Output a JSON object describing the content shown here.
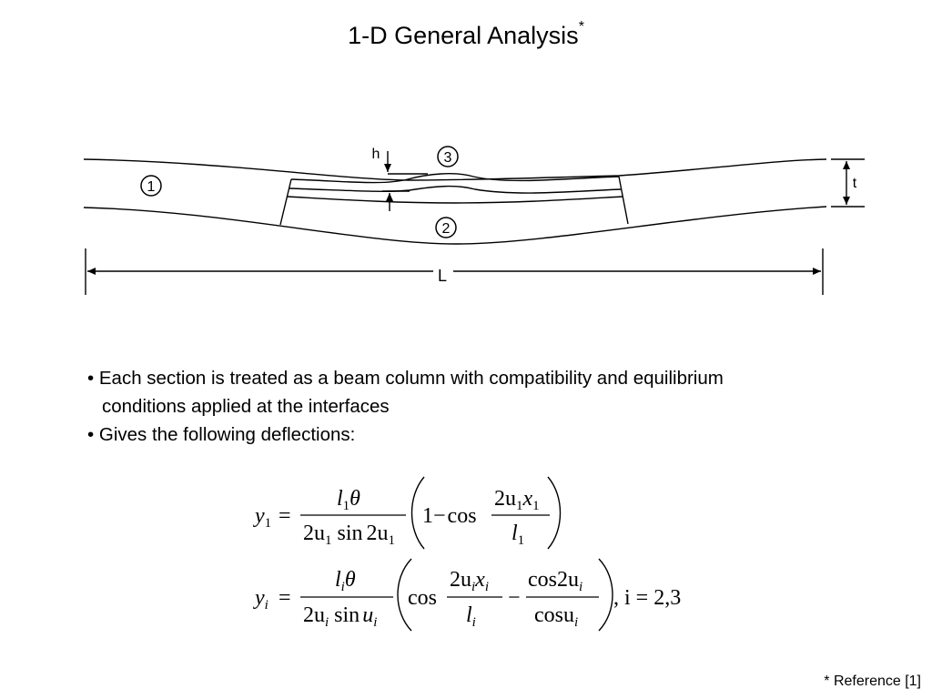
{
  "title": {
    "text": "1-D General Analysis",
    "marker": "*"
  },
  "diagram": {
    "section_labels": [
      "1",
      "2",
      "3"
    ],
    "dimension_labels": {
      "h": "h",
      "t": "t",
      "L": "L"
    }
  },
  "bullets": [
    {
      "lines": [
        "Each section is treated as a beam column with compatibility and equilibrium",
        "conditions  applied at the interfaces"
      ]
    },
    {
      "lines": [
        "Gives the following deflections:"
      ]
    }
  ],
  "equations": {
    "eq1": {
      "lhs": "y",
      "lhs_sub": "1",
      "equals": "=",
      "num": "l",
      "num_sub": "1",
      "theta": "θ",
      "den_a": "2u",
      "den_a_sub": "1",
      "den_sin": "sin",
      "den_b": "2u",
      "den_b_sub": "1",
      "one_minus": "1−",
      "cos": "cos",
      "frac_num": "2u",
      "frac_num_sub1": "1",
      "frac_num_x": "x",
      "frac_num_sub2": "1",
      "frac_den": "l",
      "frac_den_sub": "1"
    },
    "eq2": {
      "lhs": "y",
      "lhs_sub": "i",
      "equals": "=",
      "num": "l",
      "num_sub": "i",
      "theta": "θ",
      "den_a": "2u",
      "den_a_sub": "i",
      "den_sin": "sin",
      "den_b": "u",
      "den_b_sub": "i",
      "cos": "cos",
      "frac1_num": "2u",
      "frac1_num_sub1": "i",
      "frac1_num_x": "x",
      "frac1_num_sub2": "i",
      "frac1_den": "l",
      "frac1_den_sub": "i",
      "minus": "−",
      "frac2_num": "cos2u",
      "frac2_num_sub": "i",
      "frac2_den": "cosu",
      "frac2_den_sub": "i",
      "tail": ", i = 2,3"
    }
  },
  "reference": "* Reference [1]"
}
